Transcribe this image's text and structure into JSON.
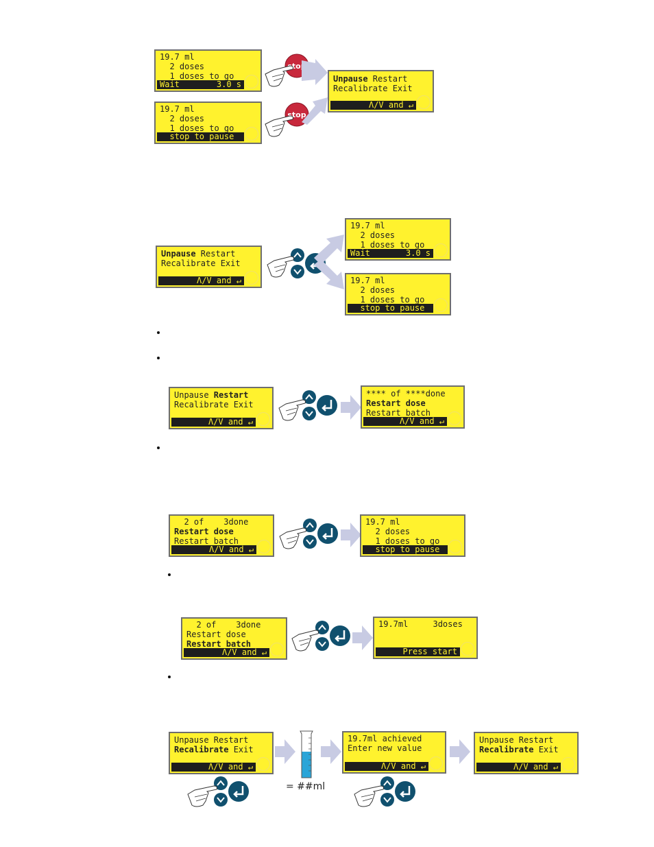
{
  "icons": {
    "stop_label": "stop",
    "stop_color": "#c8283c",
    "button_color": "#10506e",
    "arrow_color": "#c8cbe3",
    "lcd_color": "#fff22e"
  },
  "fig1": {
    "lcd_wait": {
      "l1": "19.7 ml",
      "l2": "  2 doses",
      "l3": "  1 doses to go",
      "bar_left": "Wait",
      "bar_right": "3.0 s"
    },
    "lcd_pause": {
      "l1": "19.7 ml",
      "l2": "  2 doses",
      "l3": "  1 doses to go",
      "bar": "  stop to pause"
    },
    "lcd_menu": {
      "l1_bold": "Unpause",
      "l1_rest": " Restart",
      "l2": "Recalibrate Exit",
      "bar": "Λ/V and ↵"
    }
  },
  "fig2": {
    "lcd_menu": {
      "l1_bold": "Unpause",
      "l1_rest": " Restart",
      "l2": "Recalibrate Exit",
      "bar": "Λ/V and ↵"
    },
    "lcd_wait": {
      "l1": "19.7 ml",
      "l2": "  2 doses",
      "l3": "  1 doses to go",
      "bar_left": "Wait",
      "bar_right": "3.0 s"
    },
    "lcd_pause": {
      "l1": "19.7 ml",
      "l2": "  2 doses",
      "l3": "  1 doses to go",
      "bar": "  stop to pause"
    }
  },
  "fig3": {
    "lcd_menu": {
      "l1_rest": "Unpause ",
      "l1_bold": "Restart",
      "l2": "Recalibrate Exit",
      "bar": "Λ/V and ↵"
    },
    "lcd_restart": {
      "l1": "**** of ****done",
      "l2": "Restart dose",
      "l3": "Restart batch",
      "bar": "Λ/V and ↵"
    }
  },
  "fig4": {
    "lcd_restart": {
      "l1": "  2 of    3done",
      "l2": "Restart dose",
      "l3": "Restart batch",
      "bar": "Λ/V and ↵"
    },
    "lcd_result": {
      "l1": "19.7 ml",
      "l2": "  2 doses",
      "l3": "  1 doses to go",
      "bar": "  stop to pause"
    }
  },
  "fig5": {
    "lcd_restart": {
      "l1": "  2 of    3done",
      "l2": "Restart dose",
      "l3": "Restart batch",
      "bar": "Λ/V and ↵"
    },
    "lcd_result": {
      "l1": "19.7ml     3doses",
      "bar": "Press start"
    }
  },
  "fig6": {
    "lcd_menu": {
      "l1": "Unpause Restart",
      "l2_bold": "Recalibrate",
      "l2_rest": " Exit",
      "bar": "Λ/V and ↵"
    },
    "lcd_achieved": {
      "l1": "19.7ml achieved",
      "l2": "Enter new value",
      "bar": "Λ/V and ↵"
    },
    "lcd_final": {
      "l1": "Unpause Restart",
      "l2_bold": "Recalibrate",
      "l2_rest": " Exit",
      "bar": "Λ/V and ↵"
    },
    "cylinder_label": "= ##ml"
  }
}
